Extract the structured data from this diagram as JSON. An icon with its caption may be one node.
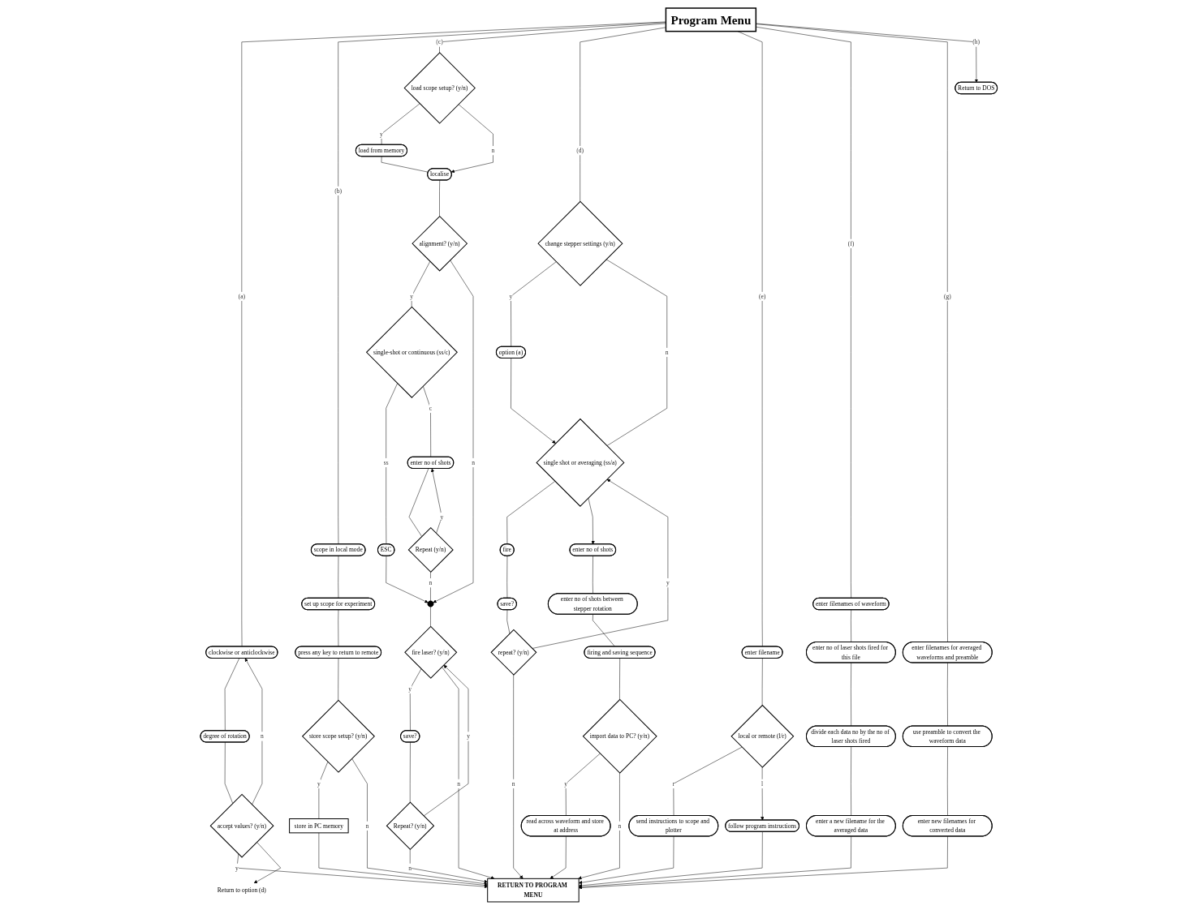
{
  "diagram": {
    "nodes": [
      {
        "text": [
          "Program Menu"
        ]
      },
      {
        "text": [
          "Return to DOS"
        ]
      },
      {
        "text": [
          "clockwise or anticlockwise"
        ]
      },
      {
        "text": [
          "degree of rotation"
        ]
      },
      {
        "text": [
          "accept values? (y/n)"
        ]
      },
      {
        "text": [
          "Return to option (d)"
        ]
      },
      {
        "text": [
          "scope in local mode"
        ]
      },
      {
        "text": [
          "set up scope for experiment"
        ]
      },
      {
        "text": [
          "press any key to return to remote"
        ]
      },
      {
        "text": [
          "store scope setup? (y/n)"
        ]
      },
      {
        "text": [
          "store in PC memory"
        ]
      },
      {
        "text": [
          "load scope setup? (y/n)"
        ]
      },
      {
        "text": [
          "load from memory"
        ]
      },
      {
        "text": [
          "localise"
        ]
      },
      {
        "text": [
          "alignment? (y/n)"
        ]
      },
      {
        "text": [
          "single-shot or continuous (ss/c)"
        ]
      },
      {
        "text": [
          "ESC"
        ]
      },
      {
        "text": [
          "enter no of shots"
        ]
      },
      {
        "text": [
          "Repeat (y/n)"
        ]
      },
      {
        "text": [],
        "shape": "circle"
      },
      {
        "text": [
          "fire laser? (y/n)"
        ]
      },
      {
        "text": [
          "save?"
        ]
      },
      {
        "text": [
          "Repeat? (y/n)"
        ]
      },
      {
        "text": [
          "change stepper settings (y/n)"
        ]
      },
      {
        "text": [
          "option (a)"
        ]
      },
      {
        "text": [
          "single shot or averaging (ss/a)"
        ]
      },
      {
        "text": [
          "fire"
        ]
      },
      {
        "text": [
          "save?"
        ]
      },
      {
        "text": [
          "repeat? (y/n)"
        ]
      },
      {
        "text": [
          "enter no of shots"
        ]
      },
      {
        "text": [
          "enter no of shots between stepper rotation"
        ]
      },
      {
        "text": [
          "firing and saving sequence"
        ]
      },
      {
        "text": [
          "import data to PC? (y/n)"
        ]
      },
      {
        "text": [
          "read across waveform and store at address"
        ]
      },
      {
        "text": [
          "enter filename"
        ]
      },
      {
        "text": [
          "local or remote (l/r)"
        ]
      },
      {
        "text": [
          "send instructions to scope and plotter"
        ]
      },
      {
        "text": [
          "follow program instructions"
        ]
      },
      {
        "text": [
          "enter filenames of waveform"
        ]
      },
      {
        "text": [
          "enter no of laser shots fired for this file"
        ]
      },
      {
        "text": [
          "divide each data no by the no of laser shots fired"
        ]
      },
      {
        "text": [
          "enter a new filename for the averaged data"
        ]
      },
      {
        "text": [
          "enter filenames for averaged waveforms and preamble"
        ]
      },
      {
        "text": [
          "use preamble to convert the waveform data"
        ]
      },
      {
        "text": [
          "enter new filenames for converted data"
        ]
      },
      {
        "text": [
          "RETURN TO PROGRAM MENU"
        ]
      }
    ],
    "edges": [
      {
        "from": 0,
        "to": 2,
        "arrow": "none",
        "label": "(a)"
      },
      {
        "from": 2,
        "to": 3,
        "arrow": "none"
      },
      {
        "from": 3,
        "to": 4,
        "arrow": "none"
      },
      {
        "from": 4,
        "to": 2,
        "arrow": "to",
        "label": "n"
      },
      {
        "from": 4,
        "to": 45,
        "arrow": "to",
        "label": "y"
      },
      {
        "from": 4,
        "to": 5,
        "arrow": "to"
      },
      {
        "from": 0,
        "to": 6,
        "arrow": "none",
        "label": "(b)"
      },
      {
        "from": 6,
        "to": 7,
        "arrow": "none"
      },
      {
        "from": 7,
        "to": 8,
        "arrow": "none"
      },
      {
        "from": 8,
        "to": 9,
        "arrow": "none"
      },
      {
        "from": 9,
        "to": 10,
        "arrow": "none",
        "label": "y"
      },
      {
        "from": 9,
        "to": 45,
        "arrow": "to",
        "label": "n"
      },
      {
        "from": 10,
        "to": 45,
        "arrow": "to"
      },
      {
        "from": 0,
        "to": 11,
        "arrow": "none",
        "label": "(c)"
      },
      {
        "from": 11,
        "to": 12,
        "arrow": "none",
        "label": "y"
      },
      {
        "from": 11,
        "to": 13,
        "arrow": "to",
        "label": "n"
      },
      {
        "from": 12,
        "to": 13,
        "arrow": "none"
      },
      {
        "from": 13,
        "to": 14,
        "arrow": "none"
      },
      {
        "from": 14,
        "to": 15,
        "arrow": "none",
        "label": "y"
      },
      {
        "from": 14,
        "to": 19,
        "arrow": "to",
        "label": "n"
      },
      {
        "from": 15,
        "to": 16,
        "arrow": "none",
        "label": "ss"
      },
      {
        "from": 15,
        "to": 17,
        "arrow": "none",
        "label": "c"
      },
      {
        "from": 16,
        "to": 19,
        "arrow": "to"
      },
      {
        "from": 17,
        "to": 18,
        "arrow": "none"
      },
      {
        "from": 18,
        "to": 17,
        "arrow": "to",
        "label": "y"
      },
      {
        "from": 18,
        "to": 19,
        "arrow": "none",
        "label": "n"
      },
      {
        "from": 19,
        "to": 20,
        "arrow": "none"
      },
      {
        "from": 20,
        "to": 21,
        "arrow": "none",
        "label": "y"
      },
      {
        "from": 21,
        "to": 22,
        "arrow": "none"
      },
      {
        "from": 22,
        "to": 20,
        "arrow": "to",
        "label": "y"
      },
      {
        "from": 22,
        "to": 45,
        "arrow": "to",
        "label": "n"
      },
      {
        "from": 20,
        "to": 45,
        "arrow": "to",
        "label": "n"
      },
      {
        "from": 0,
        "to": 23,
        "arrow": "none",
        "label": "(d)"
      },
      {
        "from": 23,
        "to": 24,
        "arrow": "none",
        "label": "y"
      },
      {
        "from": 24,
        "to": 25,
        "arrow": "to"
      },
      {
        "from": 23,
        "to": 25,
        "arrow": "none",
        "label": "n"
      },
      {
        "from": 25,
        "to": 26,
        "arrow": "none"
      },
      {
        "from": 26,
        "to": 27,
        "arrow": "none"
      },
      {
        "from": 27,
        "to": 28,
        "arrow": "none"
      },
      {
        "from": 28,
        "to": 25,
        "arrow": "to",
        "label": "y"
      },
      {
        "from": 28,
        "to": 45,
        "arrow": "to",
        "label": "n"
      },
      {
        "from": 25,
        "to": 29,
        "arrow": "to"
      },
      {
        "from": 29,
        "to": 30,
        "arrow": "none"
      },
      {
        "from": 30,
        "to": 31,
        "arrow": "none"
      },
      {
        "from": 31,
        "to": 32,
        "arrow": "none"
      },
      {
        "from": 32,
        "to": 33,
        "arrow": "none",
        "label": "y"
      },
      {
        "from": 32,
        "to": 45,
        "arrow": "to",
        "label": "n"
      },
      {
        "from": 33,
        "to": 45,
        "arrow": "to"
      },
      {
        "from": 0,
        "to": 34,
        "arrow": "none",
        "label": "(e)"
      },
      {
        "from": 34,
        "to": 35,
        "arrow": "none"
      },
      {
        "from": 35,
        "to": 36,
        "arrow": "none",
        "label": "r"
      },
      {
        "from": 35,
        "to": 37,
        "arrow": "to",
        "label": "l"
      },
      {
        "from": 36,
        "to": 45,
        "arrow": "to"
      },
      {
        "from": 37,
        "to": 45,
        "arrow": "to"
      },
      {
        "from": 0,
        "to": 38,
        "arrow": "none",
        "label": "(f)"
      },
      {
        "from": 38,
        "to": 39,
        "arrow": "none"
      },
      {
        "from": 39,
        "to": 40,
        "arrow": "none"
      },
      {
        "from": 40,
        "to": 41,
        "arrow": "none"
      },
      {
        "from": 41,
        "to": 45,
        "arrow": "to"
      },
      {
        "from": 0,
        "to": 42,
        "arrow": "none",
        "label": "(g)"
      },
      {
        "from": 42,
        "to": 43,
        "arrow": "none"
      },
      {
        "from": 43,
        "to": 44,
        "arrow": "none"
      },
      {
        "from": 44,
        "to": 45,
        "arrow": "to"
      },
      {
        "from": 0,
        "to": 1,
        "arrow": "to",
        "label": "(h)"
      }
    ]
  }
}
